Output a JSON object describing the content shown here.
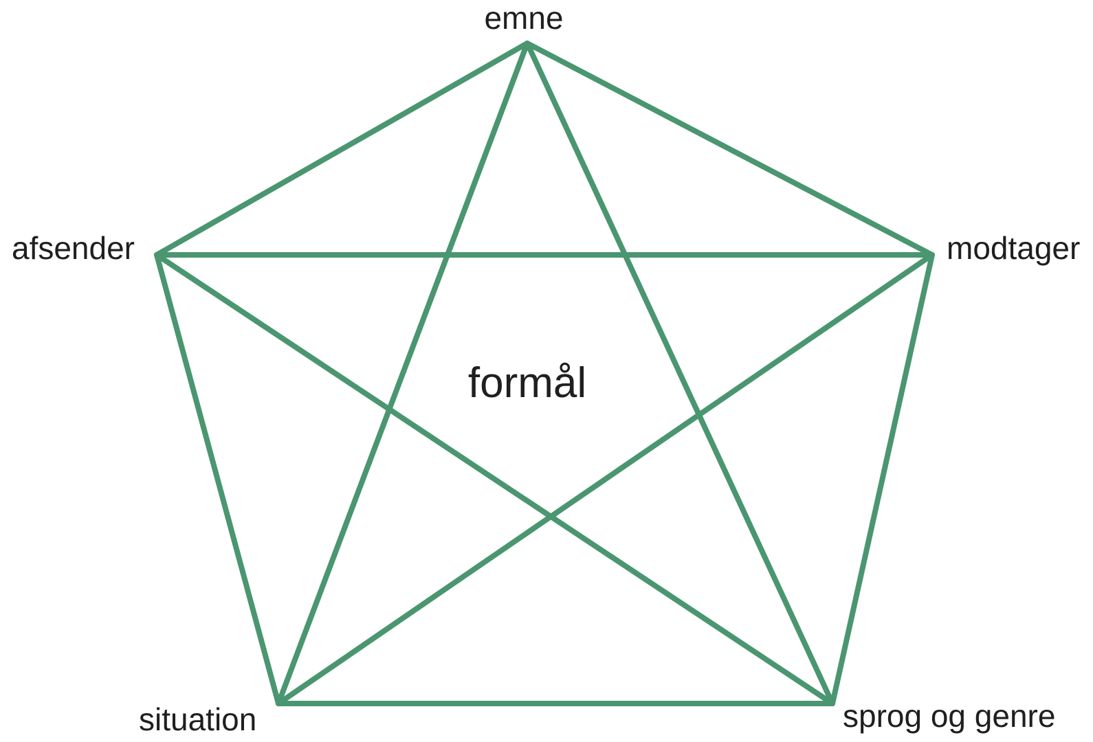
{
  "diagram": {
    "line_color": "#4a9670",
    "text_color": "#1f1f1f",
    "center_label": "formål",
    "vertices": {
      "top": "emne",
      "upper_left": "afsender",
      "upper_right": "modtager",
      "lower_left": "situation",
      "lower_right": "sprog og genre"
    }
  }
}
